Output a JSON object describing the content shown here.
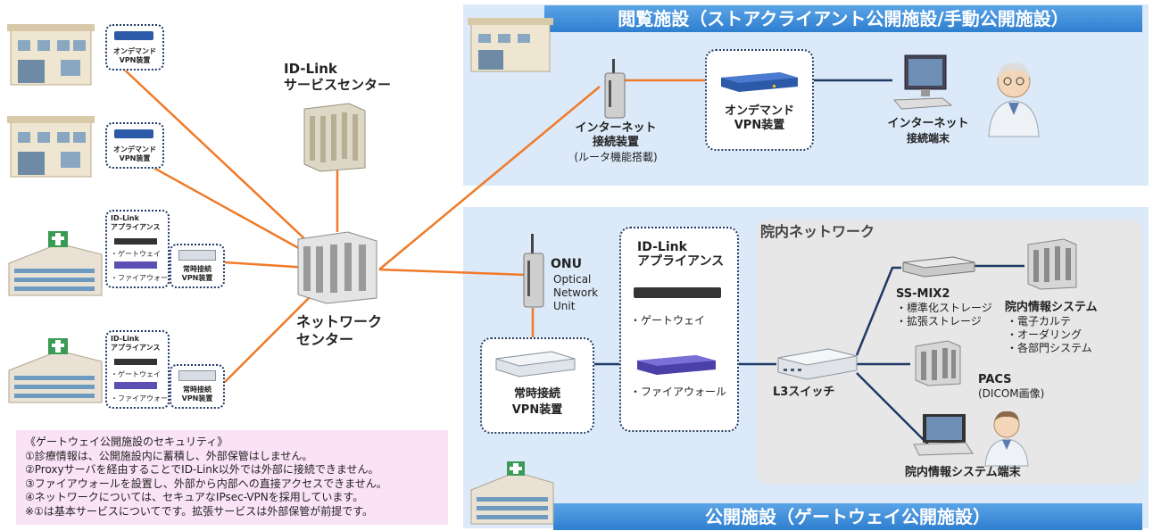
{
  "top_banner": "閲覧施設（ストアクライアント公開施設/手動公開施設）",
  "bottom_banner": "公開施設（ゲートウェイ公開施設）",
  "service_center": {
    "line1": "ID-Link",
    "line2": "サービスセンター"
  },
  "network_center": {
    "line1": "ネットワーク",
    "line2": "センター"
  },
  "ondemand_small": {
    "line1": "オンデマンド",
    "line2": "VPN装置"
  },
  "appliance_small": {
    "line1": "ID-Link",
    "line2": "アプライアンス",
    "gateway": "・ゲートウェイ",
    "firewall": "・ファイアウォール"
  },
  "always_small": {
    "line1": "常時接続",
    "line2": "VPN装置"
  },
  "router": {
    "line1": "インターネット",
    "line2": "接続装置",
    "line3": "(ルータ機能搭載)"
  },
  "ondemand_vpn": {
    "line1": "オンデマンド",
    "line2": "VPN装置"
  },
  "internet_terminal": {
    "line1": "インターネット",
    "line2": "接続端末"
  },
  "onu": {
    "title": "ONU",
    "line1": "Optical",
    "line2": "Network",
    "line3": "Unit"
  },
  "always_vpn": {
    "line1": "常時接続",
    "line2": "VPN装置"
  },
  "appliance": {
    "line1": "ID-Link",
    "line2": "アプライアンス",
    "gateway": "・ゲートウェイ",
    "firewall": "・ファイアウォール"
  },
  "inner_title": "院内ネットワーク",
  "l3": "L3スイッチ",
  "ssmix": {
    "title": "SS-MIX2",
    "item1": "・標準化ストレージ",
    "item2": "・拡張ストレージ"
  },
  "his": {
    "title": "院内情報システム",
    "item1": "・電子カルテ",
    "item2": "・オーダリング",
    "item3": "・各部門システム"
  },
  "pacs": {
    "title": "PACS",
    "sub": "(DICOM画像)"
  },
  "his_terminal": "院内情報システム端末",
  "security_note": {
    "title": "《ゲートウェイ公開施設のセキュリティ》",
    "lines": [
      "①診療情報は、公開施設内に蓄積し、外部保管はしません。",
      "②Proxyサーバを経由することでID-Link以外では外部に接続できません。",
      "③ファイアウォールを設置し、外部から内部への直接アクセスできません。",
      "④ネットワークについては、セキュアなIPsec-VPNを採用しています。",
      "※①は基本サービスについてです。拡張サービスは外部保管が前提です。"
    ]
  },
  "colors": {
    "panel": "#dbe9f8",
    "banner": "#3b8ad8",
    "orange_line": "#f07a28",
    "navy_line": "#1f3a66",
    "note_bg": "#fbe3f7"
  }
}
